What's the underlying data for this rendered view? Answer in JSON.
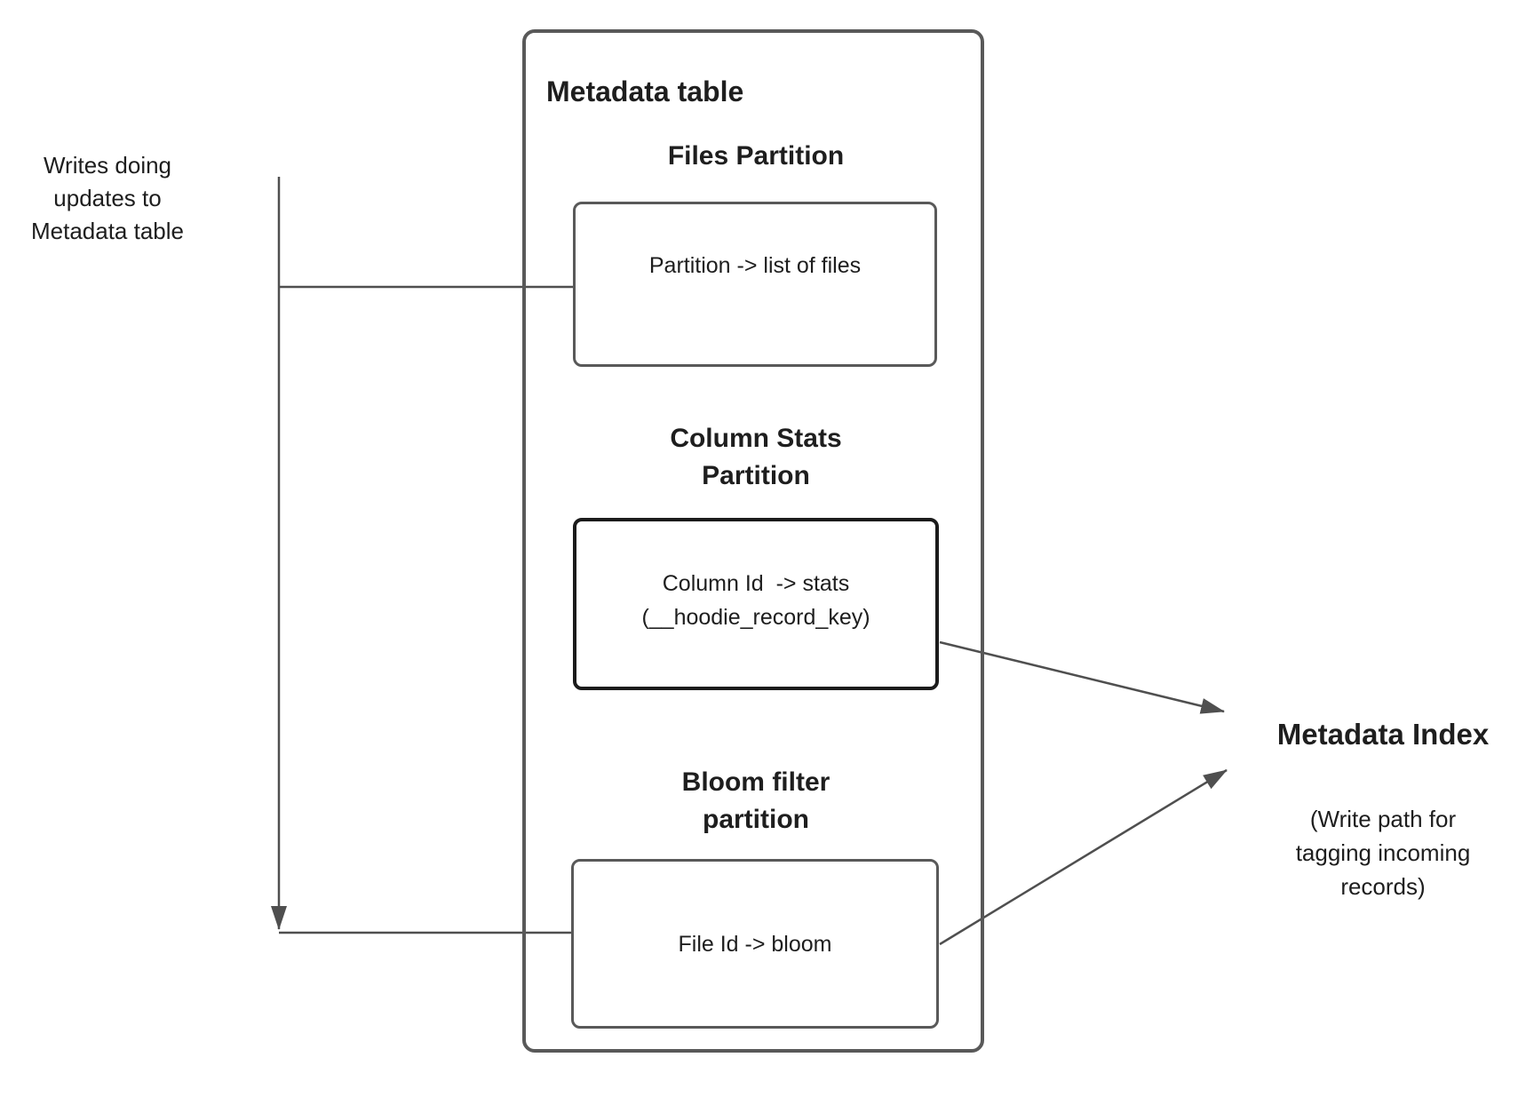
{
  "left_note": {
    "text": "Writes doing\nupdates to\nMetadata table"
  },
  "metadata_table": {
    "title": "Metadata table",
    "files_partition": {
      "heading": "Files Partition",
      "mapping": "Partition -> list of files"
    },
    "column_stats_partition": {
      "heading": "Column Stats\nPartition",
      "mapping": "Column Id  -> stats",
      "mapping_detail": "(__hoodie_record_key)"
    },
    "bloom_filter_partition": {
      "heading": "Bloom filter\npartition",
      "mapping": "File Id -> bloom"
    }
  },
  "metadata_index": {
    "title": "Metadata Index",
    "subtitle": "(Write path for\ntagging incoming\nrecords)"
  },
  "colors": {
    "box_border": "#595959",
    "emphasis_border": "#1b1b1b",
    "connector": "#4f4f4f",
    "text": "#1e1e1e",
    "bg": "#ffffff"
  }
}
